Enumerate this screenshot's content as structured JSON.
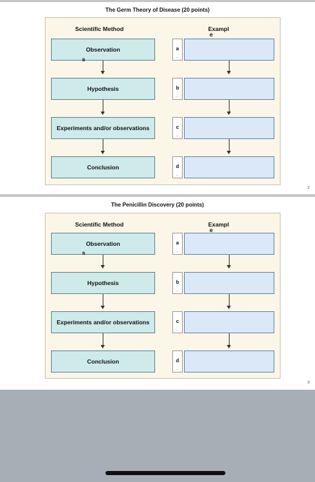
{
  "pages": [
    {
      "title": "The Germ Theory of Disease (20 points)",
      "page_number": "2",
      "header_method": "Scientific Method",
      "header_example_main": "Exampl",
      "header_example_overflow": "e",
      "rows": [
        {
          "method": "Observation",
          "method_overflow": "s",
          "letter": "a"
        },
        {
          "method": "Hypothesis",
          "method_overflow": "",
          "letter": "b"
        },
        {
          "method": "Experiments and/or observations",
          "method_overflow": "",
          "letter": "c"
        },
        {
          "method": "Conclusion",
          "method_overflow": "",
          "letter": "d"
        }
      ]
    },
    {
      "title": "The Penicillin Discovery (20 points)",
      "page_number": "3",
      "header_method": "Scientific Method",
      "header_example_main": "Exampl",
      "header_example_overflow": "e",
      "rows": [
        {
          "method": "Observation",
          "method_overflow": "s",
          "letter": "a"
        },
        {
          "method": "Hypothesis",
          "method_overflow": "",
          "letter": "b"
        },
        {
          "method": "Experiments and/or observations",
          "method_overflow": "",
          "letter": "c"
        },
        {
          "method": "Conclusion",
          "method_overflow": "",
          "letter": "d"
        }
      ]
    }
  ],
  "letter_dot": "."
}
